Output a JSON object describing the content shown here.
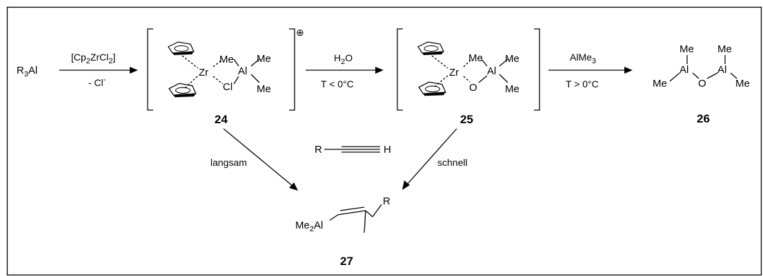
{
  "reagents": {
    "r3al": {
      "main": "R",
      "sub": "3",
      "end": "Al"
    },
    "step1_top": {
      "a": "[Cp",
      "s1": "2",
      "b": "ZrCl",
      "s2": "2",
      "c": "]"
    },
    "step1_bottom": {
      "a": "- Cl",
      "sup": "-"
    },
    "step2_top": {
      "a": "H",
      "s1": "2",
      "b": "O"
    },
    "step2_bottom": "T < 0°C",
    "step3_top": {
      "a": "AlMe",
      "s1": "3"
    },
    "step3_bottom": "T > 0°C",
    "slow_label": "langsam",
    "fast_label": "schnell"
  },
  "compound24": {
    "number": "24",
    "zr": "Zr",
    "al": "Al",
    "cl": "Cl",
    "me_bridge": "Me",
    "me_top": "Me",
    "me_bottom": "Me",
    "charge": "⊕"
  },
  "compound25": {
    "number": "25",
    "zr": "Zr",
    "al": "Al",
    "o": "O",
    "me_bridge": "Me",
    "me_top": "Me",
    "me_bottom": "Me"
  },
  "compound26": {
    "number": "26",
    "me_top_left": "Me",
    "me_top_right": "Me",
    "me_left": "Me",
    "me_right": "Me",
    "al_left": "Al",
    "al_right": "Al",
    "o": "O"
  },
  "alkyne": {
    "r": "R",
    "h": "H"
  },
  "compound27": {
    "number": "27",
    "me2al": {
      "a": "Me",
      "s1": "2",
      "b": "Al"
    },
    "r": "R"
  }
}
